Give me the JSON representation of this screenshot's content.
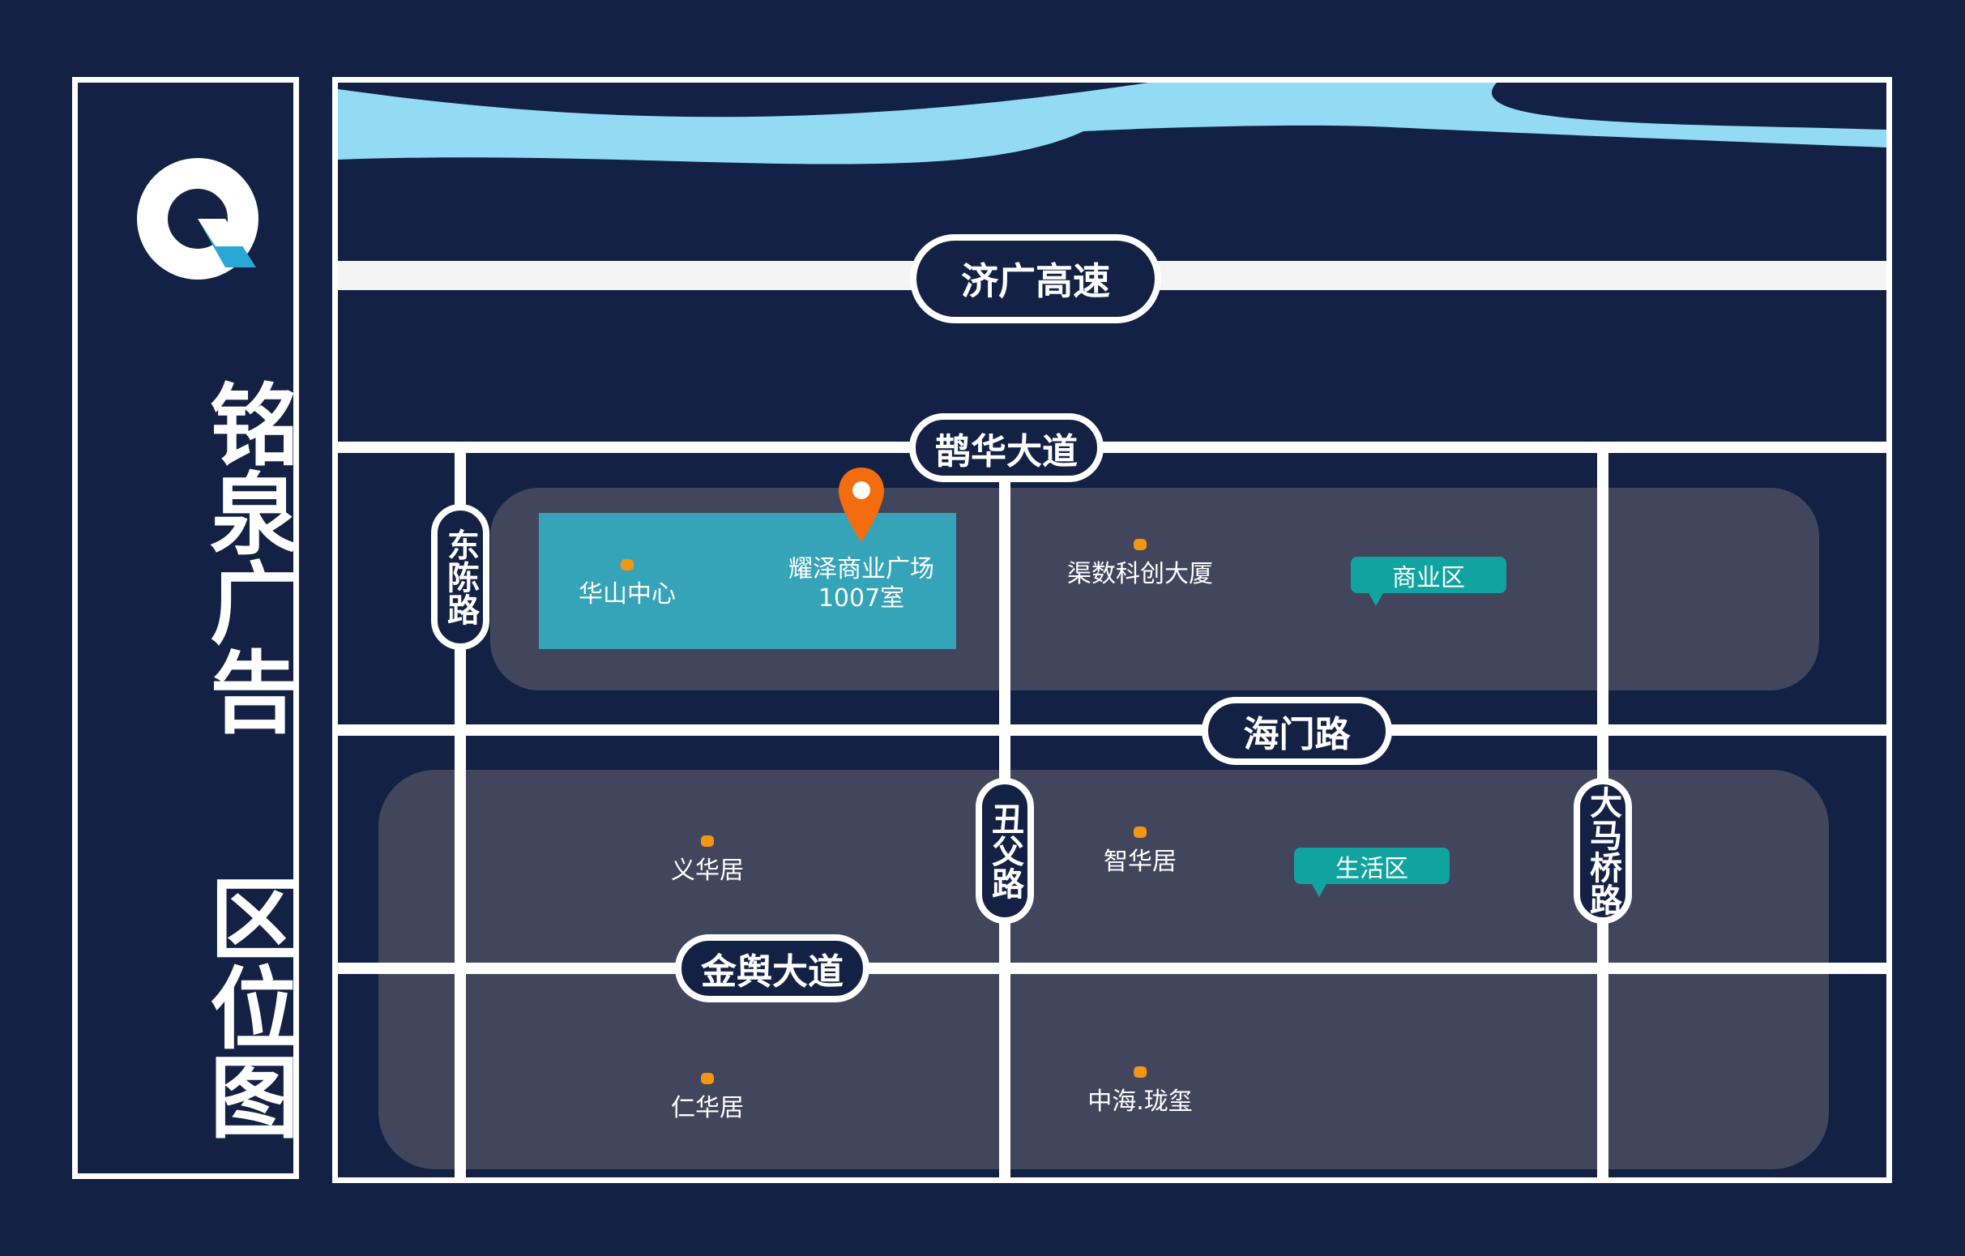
{
  "brand": {
    "title": "铭泉广告",
    "subtitle": "区位图"
  },
  "colors": {
    "background": "#132144",
    "river": "#93dbf5",
    "road": "#ffffff",
    "zone": "#42465c",
    "highlight": "#35a3b8",
    "poi_dot": "#f39515",
    "tag": "#10a3a0",
    "pin": "#f36c0e"
  },
  "roads": {
    "expressway": "济广高速",
    "quehua": "鹊华大道",
    "haimen": "海门路",
    "jinyu": "金舆大道",
    "dongchen": "东陈路",
    "chouyi": "丑父路",
    "damaqiao": "大马桥路"
  },
  "target": {
    "line1": "耀泽商业广场",
    "line2": "1007室",
    "icon": "location-pin-icon"
  },
  "pois": {
    "huashan": "华山中心",
    "qushu": "渠数科创大厦",
    "yihua": "义华居",
    "zhihua": "智华居",
    "renhua": "仁华居",
    "zhonghai": "中海.珑玺"
  },
  "zones": {
    "business": "商业区",
    "living": "生活区"
  }
}
